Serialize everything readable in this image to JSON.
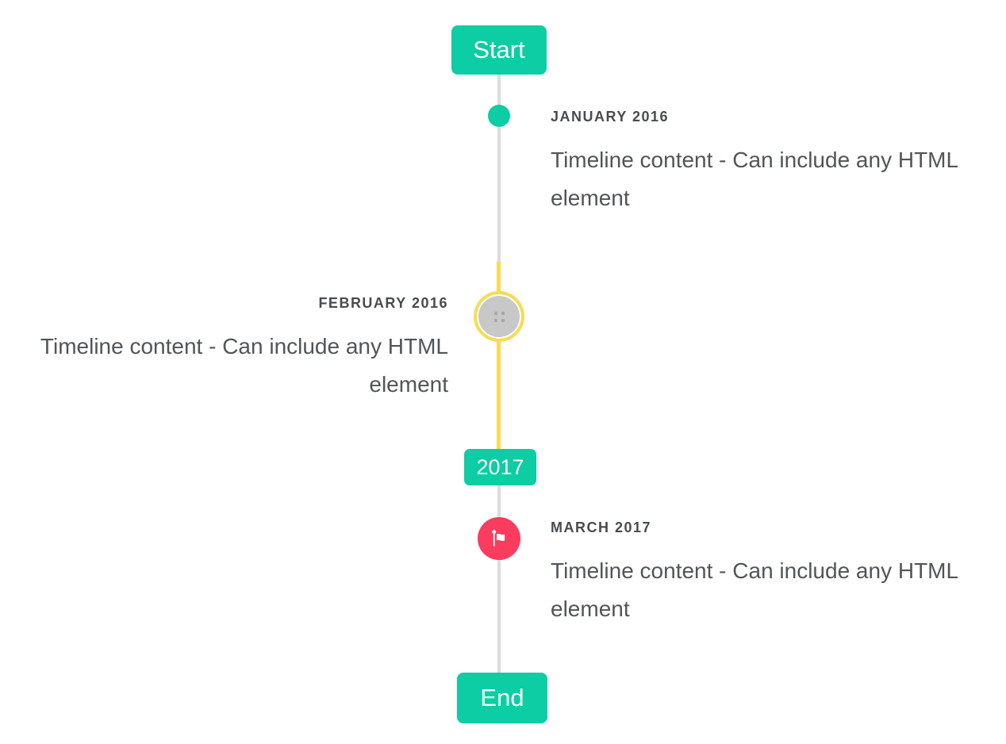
{
  "timeline": {
    "start_label": "Start",
    "period_label": "2017",
    "end_label": "End",
    "items": [
      {
        "title": "JANUARY 2016",
        "content": "Timeline content - Can include any HTML element",
        "side": "right",
        "marker": "teal-dot"
      },
      {
        "title": "FEBRUARY 2016",
        "content": "Timeline content - Can include any HTML element",
        "side": "left",
        "marker": "gray-circle-selected"
      },
      {
        "title": "MARCH 2017",
        "content": "Timeline content - Can include any HTML element",
        "side": "right",
        "marker": "flag-circle"
      }
    ],
    "icons": {
      "flag": "flag-icon",
      "grip": "grip-dots-icon"
    }
  },
  "colors": {
    "teal": "#0CCDA3",
    "yellow": "#F8DC52",
    "red": "#FA3C5F",
    "line-gray": "#DCDCDC",
    "marker-gray": "#C8C8C8",
    "title-color": "#474B4F",
    "text-color": "#515559",
    "badge-text": "#FFFFFF"
  }
}
